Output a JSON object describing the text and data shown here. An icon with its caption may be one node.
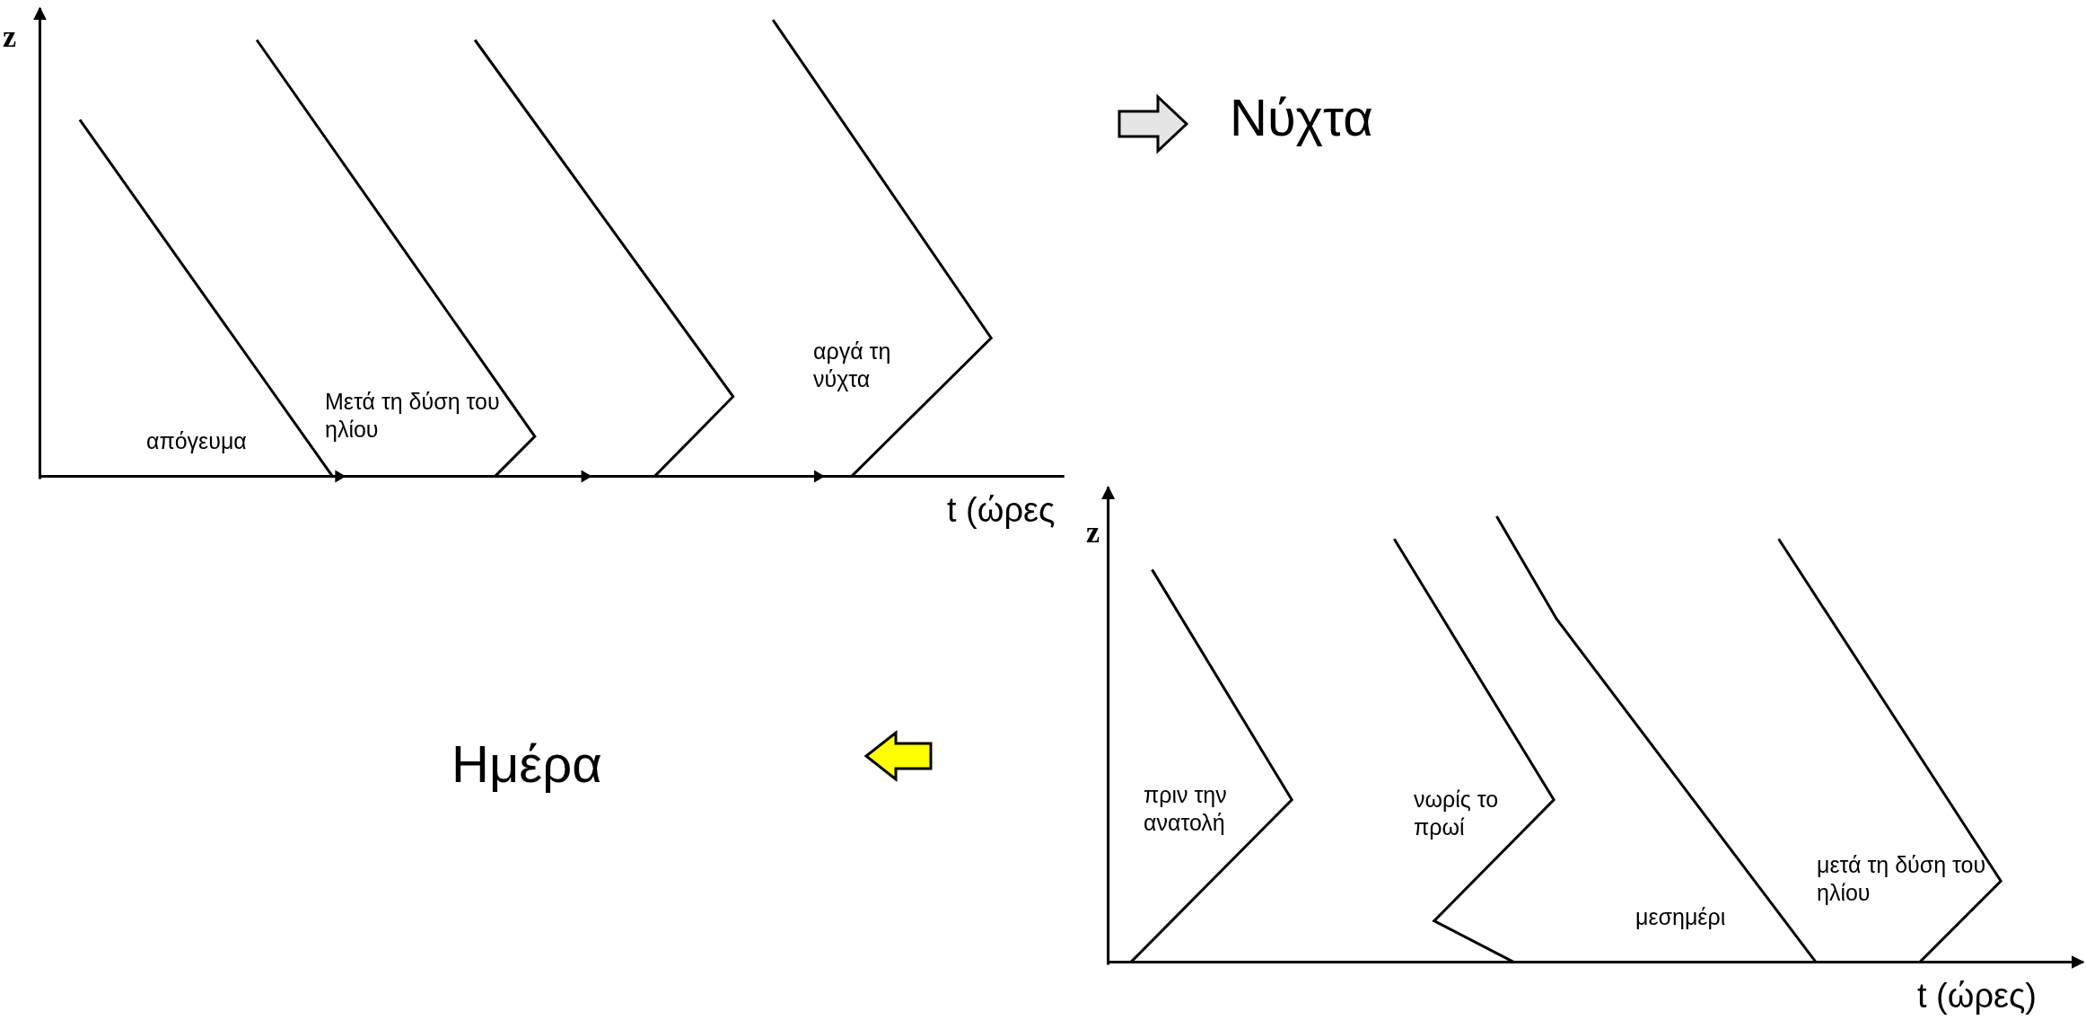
{
  "diagram": {
    "labels": [
      "z",
      "απόγευμα",
      "Μετά τη δύση του ηλίου",
      "αργά τη νύχτα",
      "Νύχτα",
      "t (ώρες",
      "z",
      "Ημέρα",
      "πριν την ανατολή",
      "νωρίς το πρωί",
      "μεσημέρι",
      "μετά τη δύση του ηλίου",
      "t (ώρες)"
    ]
  }
}
